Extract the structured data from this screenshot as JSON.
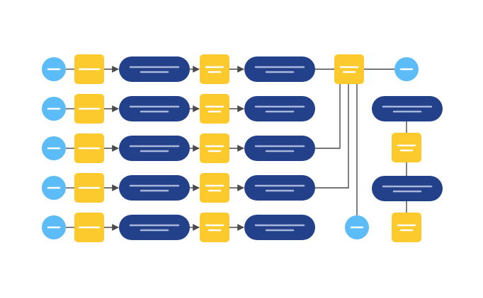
{
  "colors": {
    "background": "#ffffff",
    "circle": "#5bbcf7",
    "square": "#fdca2e",
    "pill": "#22418a",
    "connector": "#4a4a4a",
    "placeholder_on_dark": "#a9b6dc",
    "placeholder_on_light": "#ffffff"
  },
  "diagram": {
    "rows": [
      {
        "stages": [
          "circle",
          "square",
          "pill",
          "square",
          "pill"
        ]
      },
      {
        "stages": [
          "circle",
          "square",
          "pill",
          "square",
          "pill"
        ]
      },
      {
        "stages": [
          "circle",
          "square",
          "pill",
          "square",
          "pill"
        ]
      },
      {
        "stages": [
          "circle",
          "square",
          "pill",
          "square",
          "pill"
        ]
      },
      {
        "stages": [
          "circle",
          "square",
          "pill",
          "square",
          "pill"
        ]
      }
    ],
    "merge": {
      "node": "square",
      "inputs_from_rows": [
        1,
        3,
        4
      ],
      "outputs": [
        "circle",
        "circle"
      ]
    },
    "side_chain": [
      "pill",
      "square",
      "pill",
      "square"
    ]
  }
}
